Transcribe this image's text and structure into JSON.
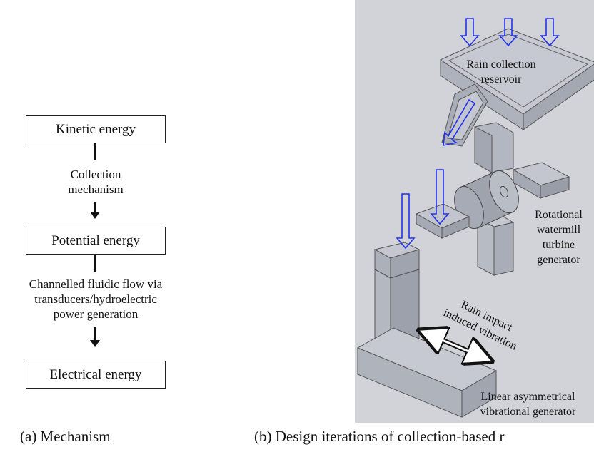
{
  "flow": {
    "boxes": [
      "Kinetic energy",
      "Potential energy",
      "Electrical energy"
    ],
    "steps": [
      [
        "Collection",
        "mechanism"
      ],
      [
        "Channelled fluidic flow via",
        "transducers/hydroelectric",
        "power generation"
      ]
    ]
  },
  "render": {
    "reservoir_label": [
      "Rain collection",
      "reservoir"
    ],
    "turbine_label": [
      "Rotational",
      "watermill",
      "turbine",
      "generator"
    ],
    "vibration_label": [
      "Rain impact",
      "induced vibration"
    ],
    "linear_label": [
      "Linear asymmetrical",
      "vibrational generator"
    ]
  },
  "captions": {
    "a": "(a) Mechanism",
    "b": "(b) Design iterations of collection-based r"
  },
  "colors": {
    "arrow_blue": "#2233ee",
    "render_bg": "#d1d3d8"
  }
}
